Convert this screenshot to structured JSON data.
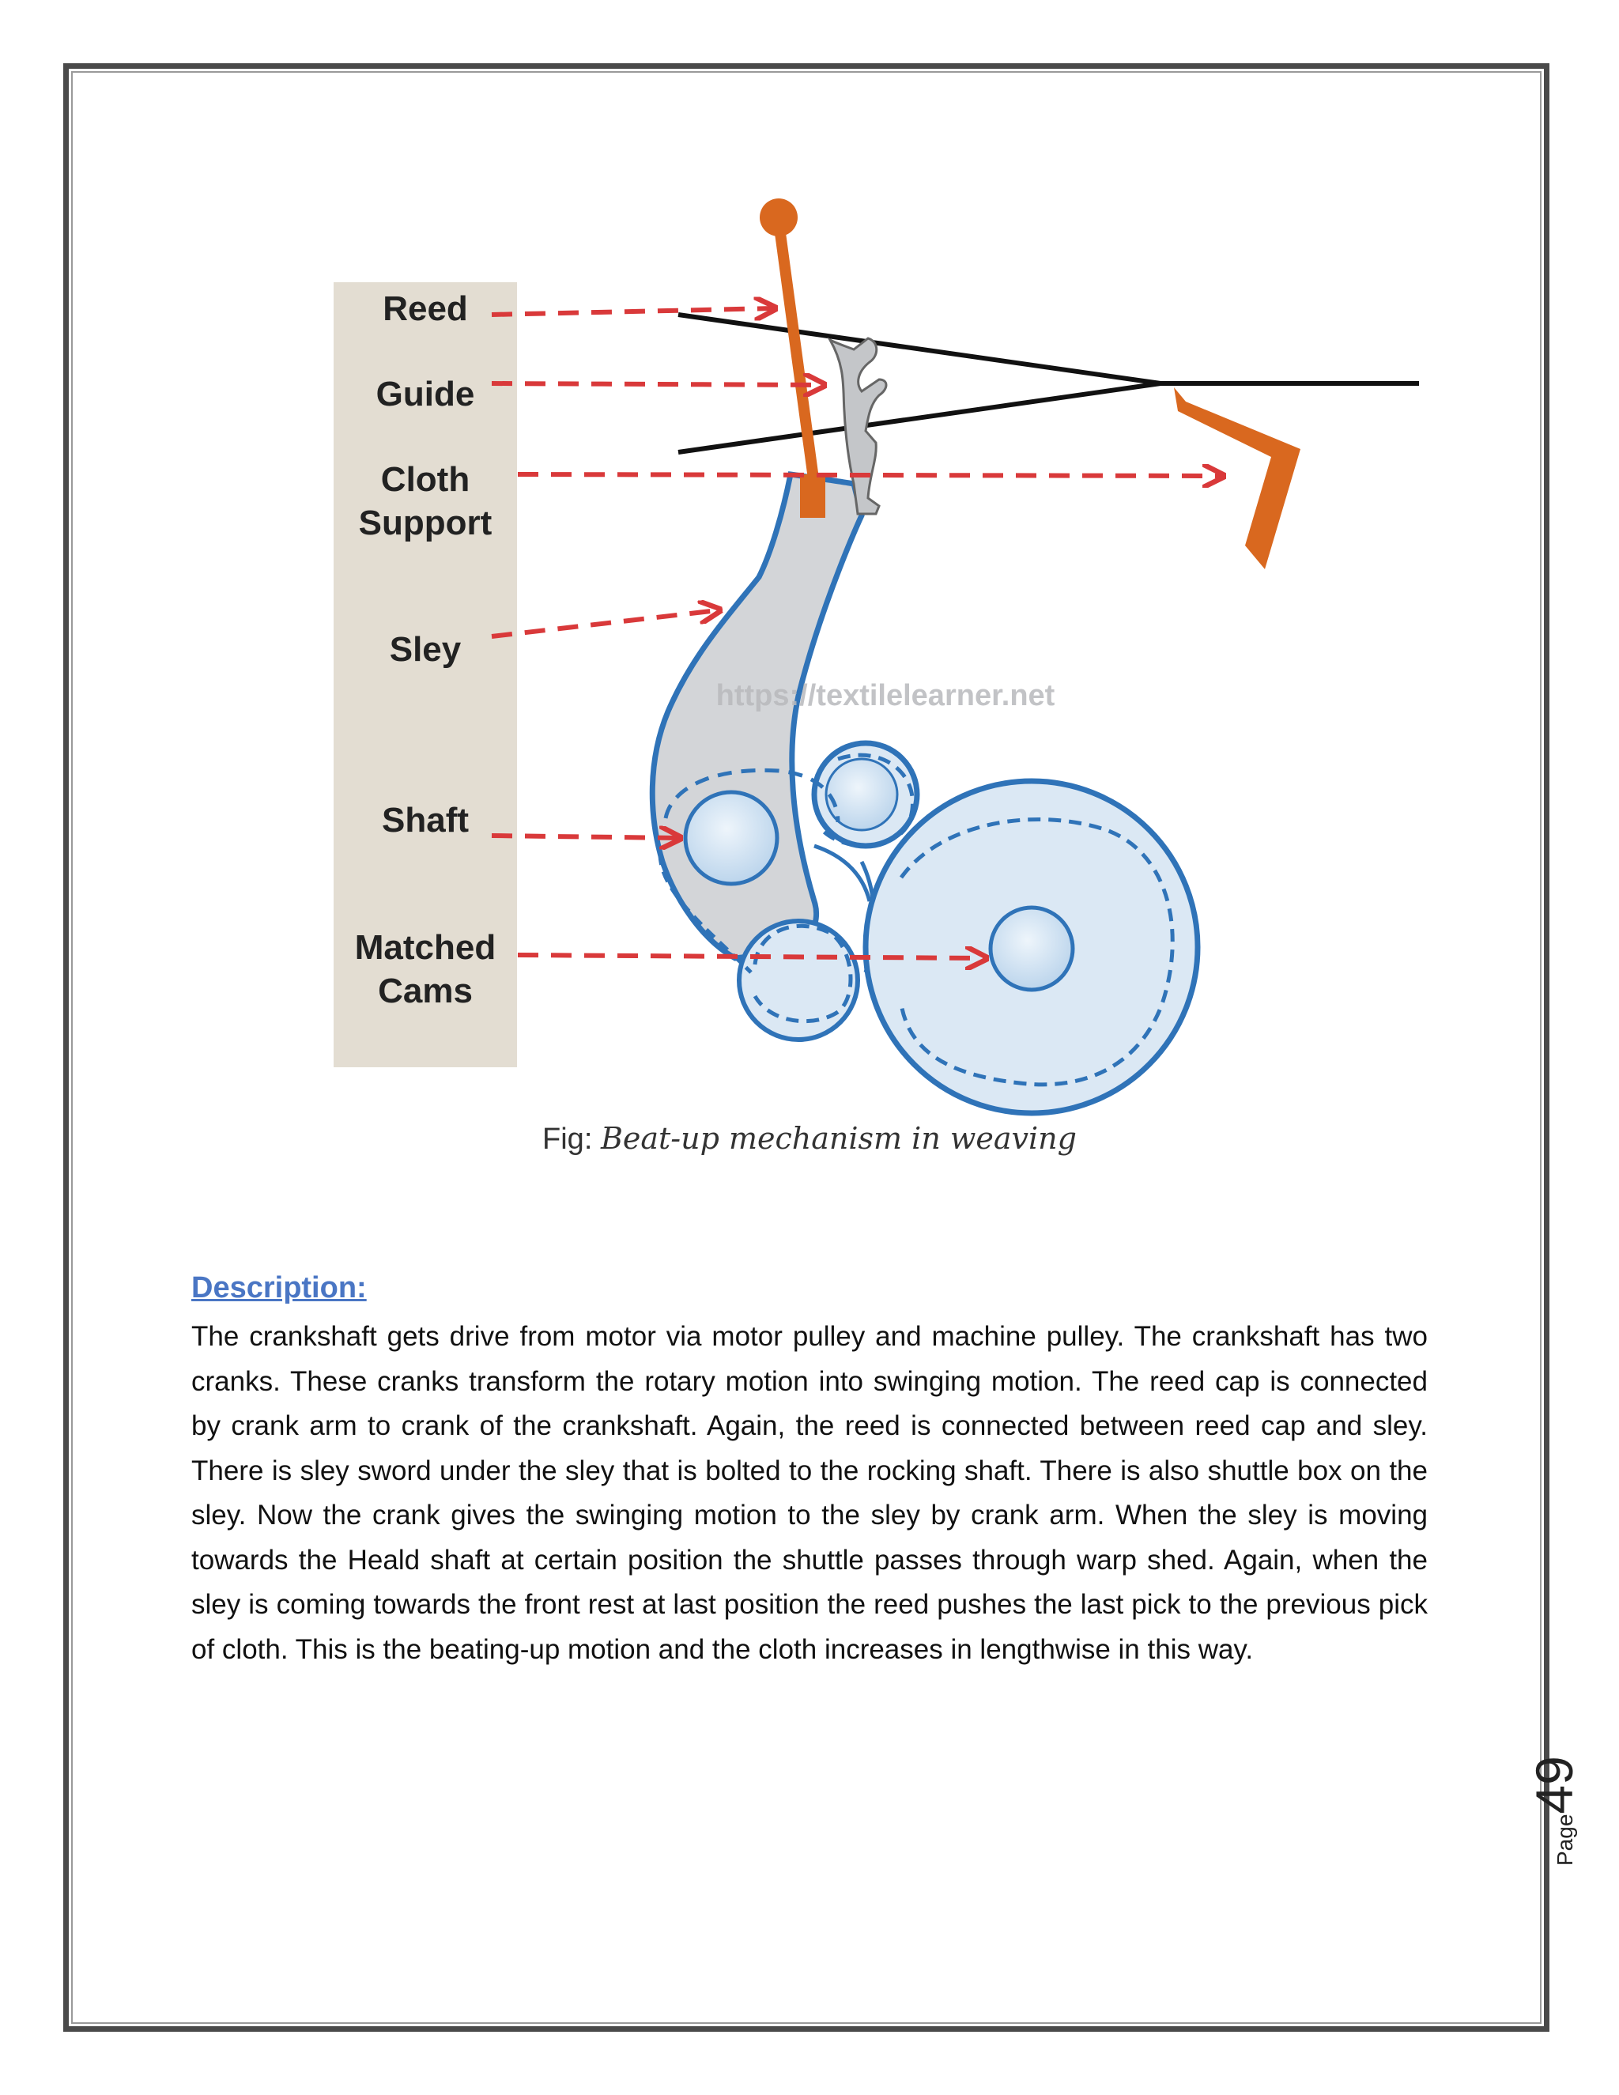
{
  "figure": {
    "labels": {
      "reed": "Reed",
      "guide": "Guide",
      "cloth_line1": "Cloth",
      "cloth_line2": "Support",
      "sley": "Sley",
      "shaft": "Shaft",
      "cams_line1": "Matched",
      "cams_line2": "Cams"
    },
    "watermark": "https://textilelearner.net",
    "caption_prefix": "Fig: ",
    "caption_title": "Beat-up mechanism in weaving",
    "colors": {
      "label_panel": "#e3ddd2",
      "arrow": "#d9393a",
      "reed": "#d9681f",
      "component_fill": "#d3d5d8",
      "component_stroke": "#2f73b8",
      "cam_fill": "#dbe8f4"
    }
  },
  "description": {
    "heading": "Description:",
    "body": "The crankshaft gets drive from motor via motor pulley and machine pulley. The crankshaft has two cranks. These cranks transform the rotary motion into swinging motion. The reed cap is connected by crank arm to crank of the crankshaft. Again, the reed is connected between reed cap and sley. There is sley sword under the sley that is bolted to the rocking shaft. There is also shuttle box on the sley. Now the crank gives the swinging motion to the sley by crank arm. When the sley is moving towards the Heald shaft at certain position the shuttle passes through warp shed. Again, when the sley is coming towards the front rest at last position the reed pushes the last pick to the previous pick of cloth. This is the beating-up motion and the cloth increases in lengthwise in this way."
  },
  "page": {
    "label": "Page",
    "number": "49"
  }
}
